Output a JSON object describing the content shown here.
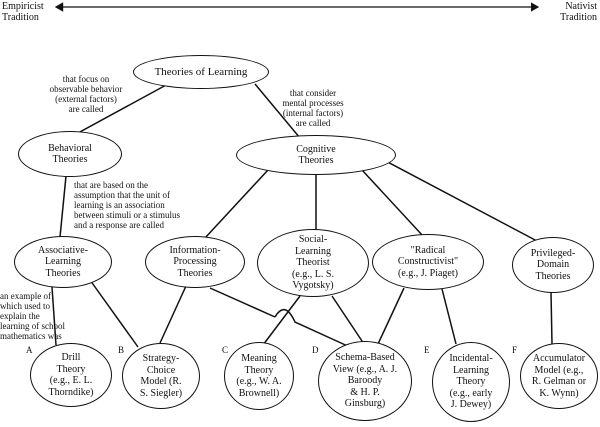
{
  "traditions": {
    "left": "Empiricist\nTradition",
    "right": "Nativist\nTradition"
  },
  "nodes": {
    "theories_of_learning": "Theories of Learning",
    "behavioral": "Behavioral\nTheories",
    "cognitive": "Cognitive\nTheories",
    "associative": "Associative-\nLearning\nTheories",
    "information_processing": "Information-\nProcessing\nTheories",
    "social_learning": "Social-\nLearning\nTheorist\n(e.g., L. S.\nVygotsky)",
    "radical_constructivist": "\"Radical\nConstructivist\"\n(e.g., J. Piaget)",
    "privileged_domain": "Privileged-\nDomain\nTheories",
    "drill": "Drill\nTheory\n(e.g., E. L.\nThorndike)",
    "strategy_choice": "Strategy-\nChoice\nModel (R.\nS. Siegler)",
    "meaning": "Meaning\nTheory\n(e.g., W. A.\nBrownell)",
    "schema": "Schema-Based\nView (e.g., A. J.\nBaroody\n& H. P.\nGinsburg)",
    "incidental": "Incidental-\nLearning\nTheory\n(e.g., early\nJ. Dewey)",
    "accumulator": "Accumulator\nModel (e.g.,\nR. Gelman or\nK. Wynn)"
  },
  "edge_labels": {
    "observable": "that focus on\nobservable behavior\n(external factors)\nare called",
    "mental": "that consider\nmental processes\n(internal factors)\nare called",
    "association": "that are based on the\nassumption that the unit of\nlearning is an association\nbetween stimuli or a stimulus\nand a response are called",
    "example": "an example of\nwhich used to\nexplain the\nlearning of school\nmathematics was"
  },
  "letters": {
    "a": "A",
    "b": "B",
    "c": "C",
    "d": "D",
    "e": "E",
    "f": "F"
  }
}
